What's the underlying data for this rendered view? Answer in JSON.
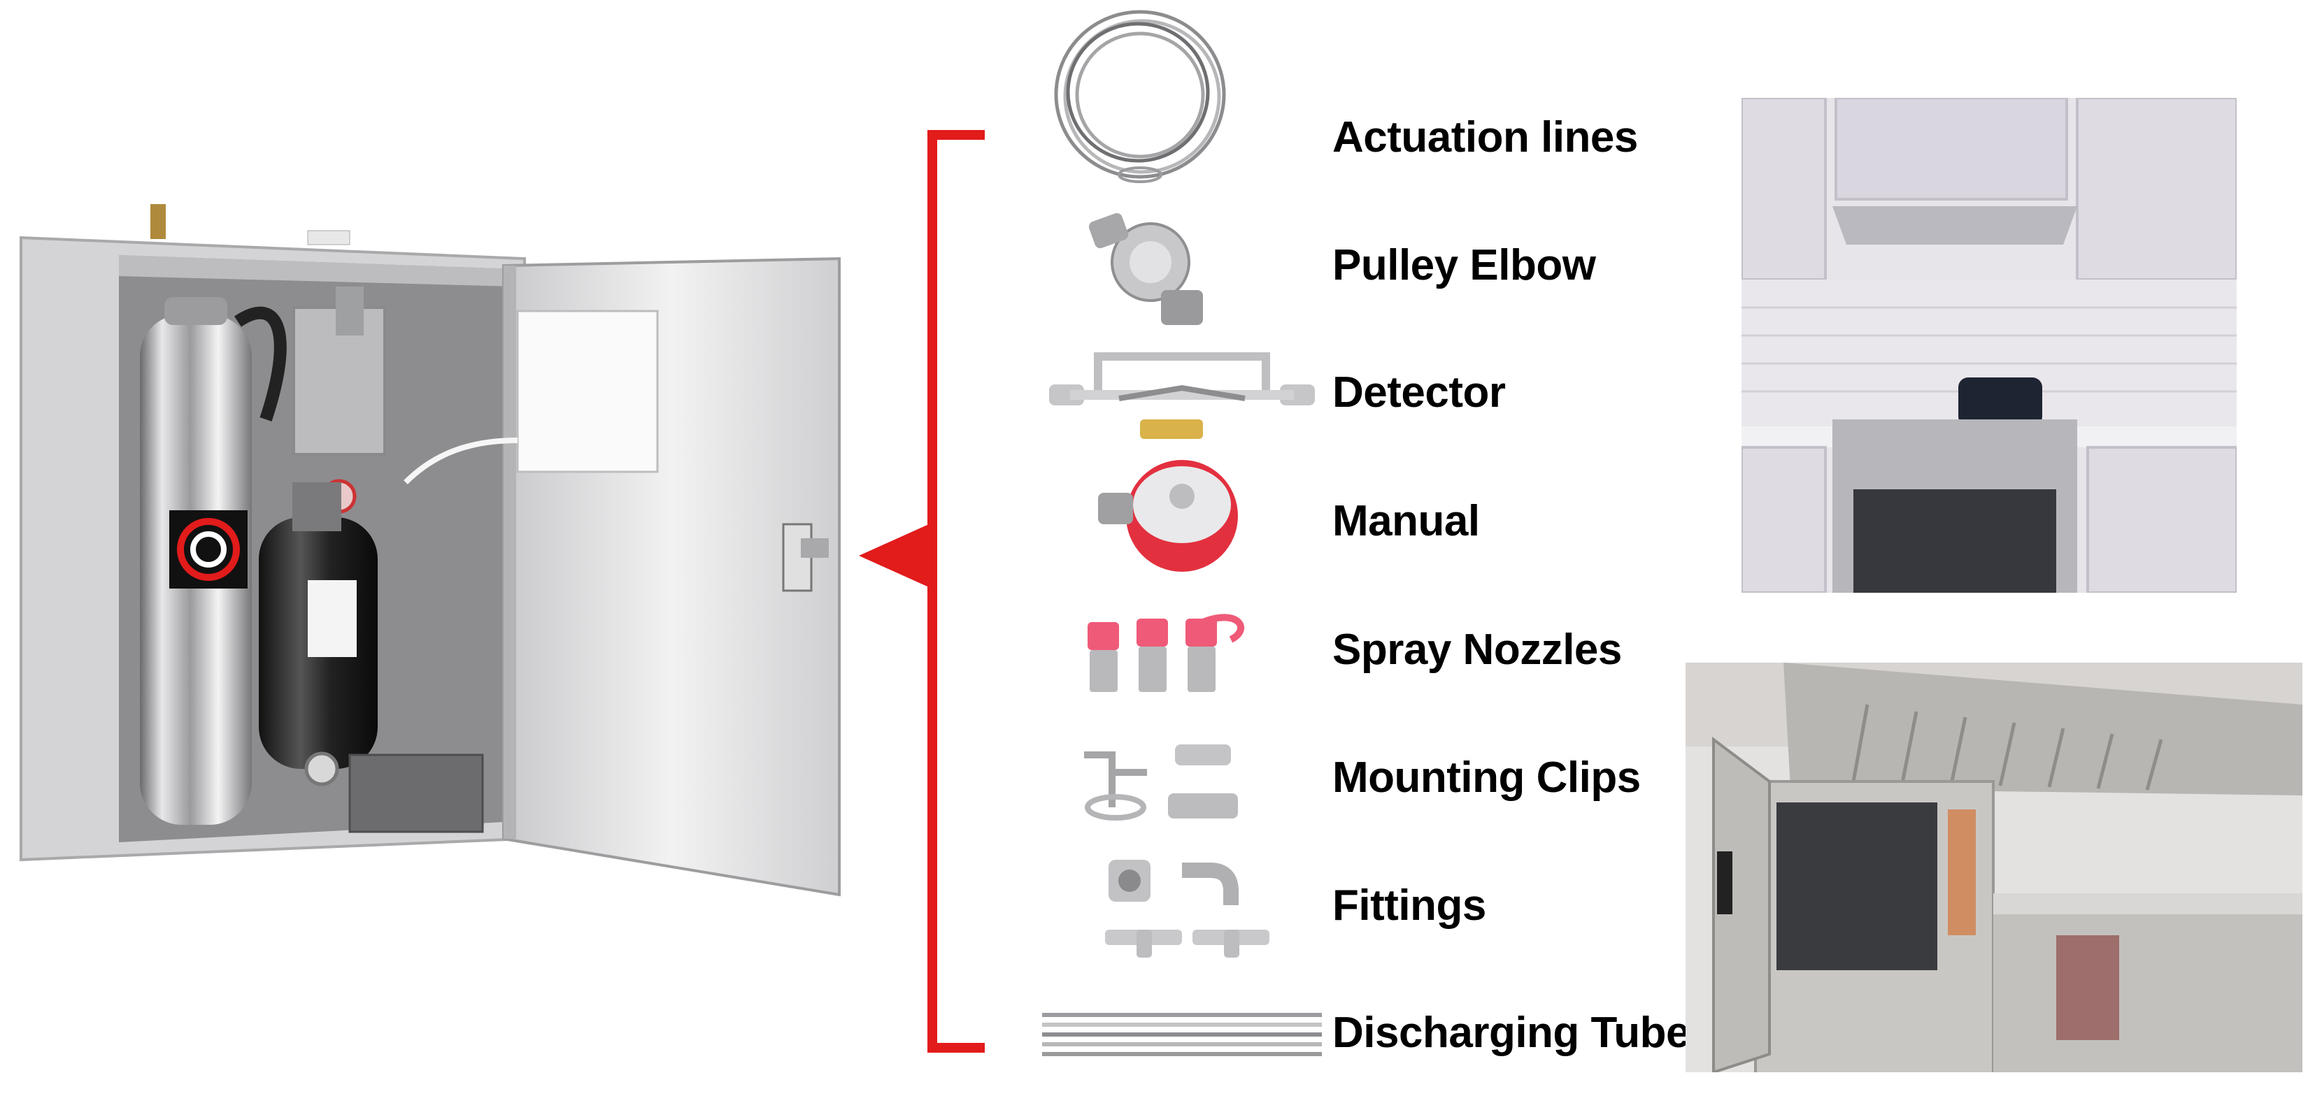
{
  "components": [
    {
      "id": "actuation-lines",
      "label": "Actuation lines",
      "icon": "coiled-wire-icon"
    },
    {
      "id": "pulley-elbow",
      "label": "Pulley Elbow",
      "icon": "pulley-elbow-icon"
    },
    {
      "id": "detector",
      "label": "Detector",
      "icon": "fusible-link-detector-icon"
    },
    {
      "id": "manual",
      "label": "Manual",
      "icon": "manual-pull-station-icon"
    },
    {
      "id": "spray-nozzles",
      "label": "Spray Nozzles",
      "icon": "spray-nozzle-icon"
    },
    {
      "id": "mounting-clips",
      "label": "Mounting Clips",
      "icon": "mounting-clip-icon"
    },
    {
      "id": "fittings",
      "label": "Fittings",
      "icon": "pipe-fitting-icon"
    },
    {
      "id": "discharging-tube",
      "label": "Discharging Tube",
      "icon": "steel-tube-icon"
    }
  ],
  "colors": {
    "bracket": "#e21b1b",
    "label_text": "#000000",
    "stainless": "#d8d8da",
    "nozzle_cap": "#ef5a78"
  },
  "photos": [
    {
      "id": "home-kitchen",
      "subject": "residential kitchen with range hood and gas stove"
    },
    {
      "id": "commercial-kitchen",
      "subject": "commercial stainless steel kitchen with exhaust hood"
    }
  ]
}
